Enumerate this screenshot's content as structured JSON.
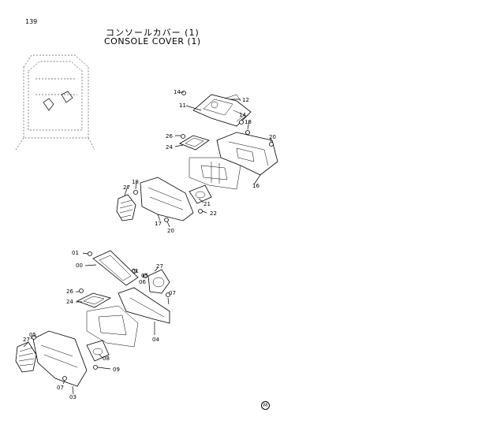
{
  "page": {
    "number": "139"
  },
  "title": {
    "japanese": "コンソールカバー (1)",
    "english": "CONSOLE COVER (1)"
  },
  "footer": {
    "mark": "M"
  },
  "diagram_top": {
    "labels": {
      "l14a": "14",
      "l11": "11",
      "l12": "12",
      "l14b": "14",
      "l18a": "18",
      "l20a": "20",
      "l26": "26",
      "l24": "24",
      "l16": "16",
      "l18b": "18",
      "l27": "27",
      "l21": "21",
      "l22": "22",
      "l17": "17",
      "l20b": "20"
    }
  },
  "diagram_bottom": {
    "labels": {
      "l01a": "01",
      "l00": "00",
      "l01b": "01",
      "l05a": "05",
      "l27a": "27",
      "l06": "06",
      "l26": "26",
      "l07a": "07",
      "l24": "24",
      "l04": "04",
      "l27b": "27",
      "l05b": "05",
      "l08": "08",
      "l09": "09",
      "l07b": "07",
      "l03": "03"
    }
  }
}
